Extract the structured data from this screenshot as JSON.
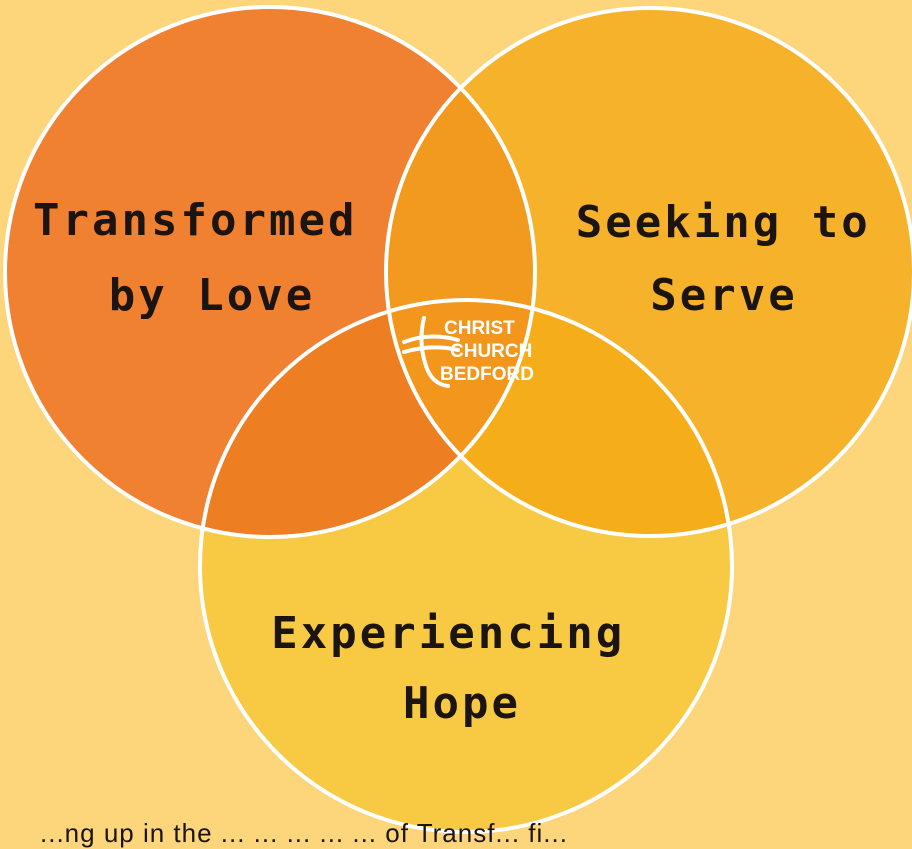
{
  "diagram": {
    "circles": [
      {
        "id": "transformed",
        "lines": [
          "Transformed",
          "by Love"
        ],
        "color": "#ef8131"
      },
      {
        "id": "seeking",
        "lines": [
          "Seeking to",
          "Serve"
        ],
        "color": "#f6b22a"
      },
      {
        "id": "experiencing",
        "lines": [
          "Experiencing",
          "Hope"
        ],
        "color": "#f8c942"
      }
    ],
    "colors": {
      "background": "#fdd57a",
      "outline": "#ffffff",
      "overlap_transformed_seeking": "#f29a1e",
      "overlap_transformed_experiencing": "#ee7e22",
      "overlap_seeking_experiencing": "#f6ad1a",
      "overlap_all": "#f2961c"
    },
    "logo": {
      "lines": [
        "CHRIST",
        "CHURCH",
        "BEDFORD"
      ],
      "icon": "cross-icon"
    },
    "caption": "...ng up in the ... ... ... ... ... of Transf... fi..."
  }
}
